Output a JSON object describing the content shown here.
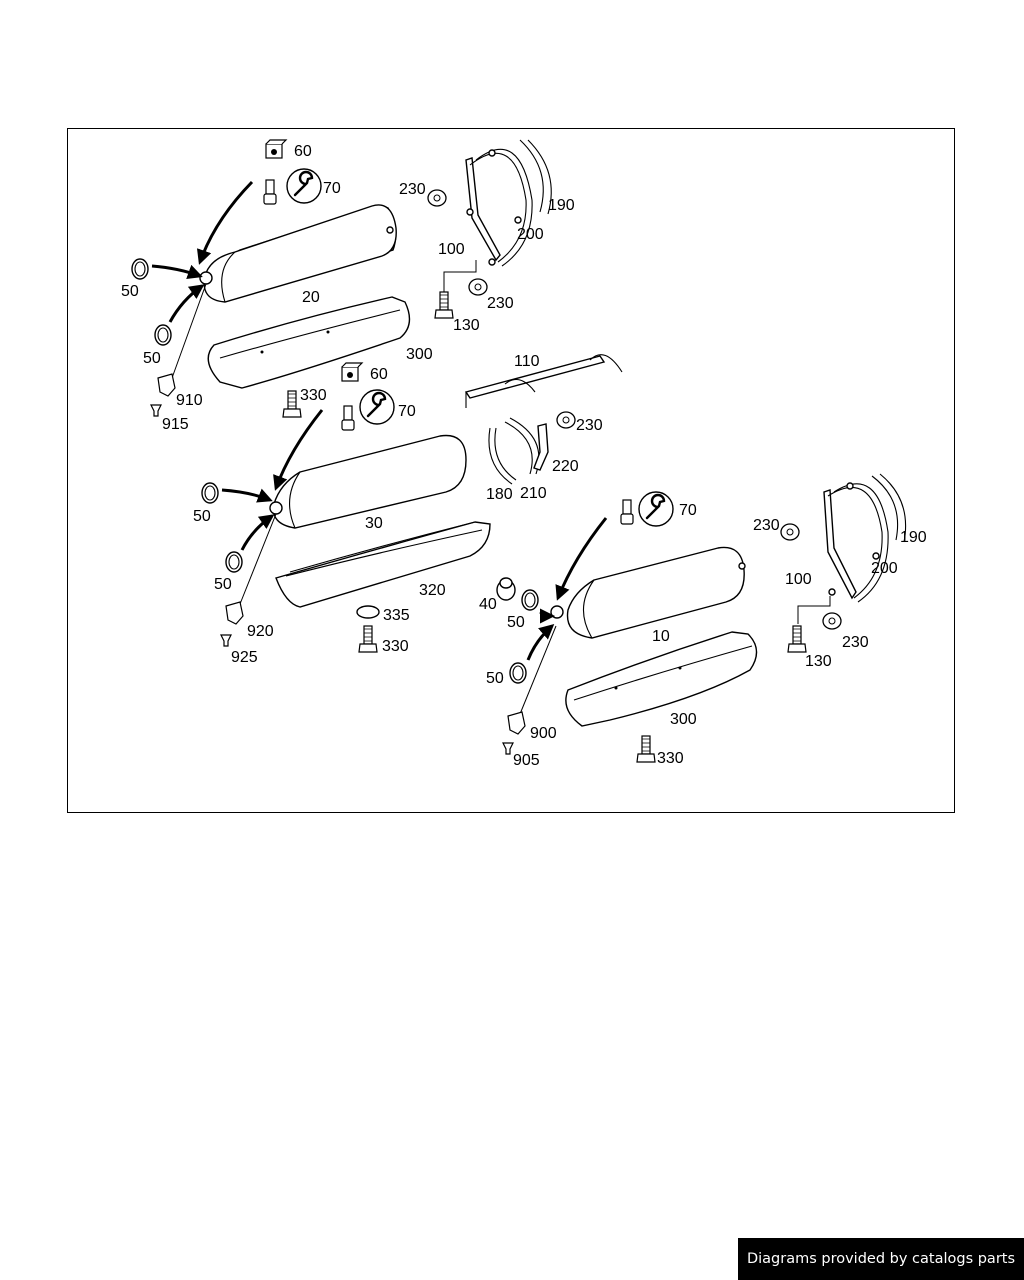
{
  "callouts": {
    "c60a": "60",
    "c70a": "70",
    "c230a": "230",
    "c190a": "190",
    "c200a": "200",
    "c100a": "100",
    "c130a": "130",
    "c230b": "230",
    "c50a": "50",
    "c50b": "50",
    "c20": "20",
    "c300a": "300",
    "c910": "910",
    "c915": "915",
    "c330a": "330",
    "c60b": "60",
    "c70b": "70",
    "c110": "110",
    "c230c": "230",
    "c220": "220",
    "c180": "180",
    "c210": "210",
    "c50c": "50",
    "c50d": "50",
    "c30": "30",
    "c320": "320",
    "c920": "920",
    "c925": "925",
    "c335": "335",
    "c330b": "330",
    "c70c": "70",
    "c40": "40",
    "c50e": "50",
    "c10": "10",
    "c50f": "50",
    "c300b": "300",
    "c900": "900",
    "c905": "905",
    "c330c": "330",
    "c230d": "230",
    "c190b": "190",
    "c200b": "200",
    "c100b": "100",
    "c130b": "130",
    "c230e": "230"
  },
  "footer": {
    "credit": "Diagrams provided by catalogs parts"
  },
  "icons": [
    "wrench-icon"
  ]
}
